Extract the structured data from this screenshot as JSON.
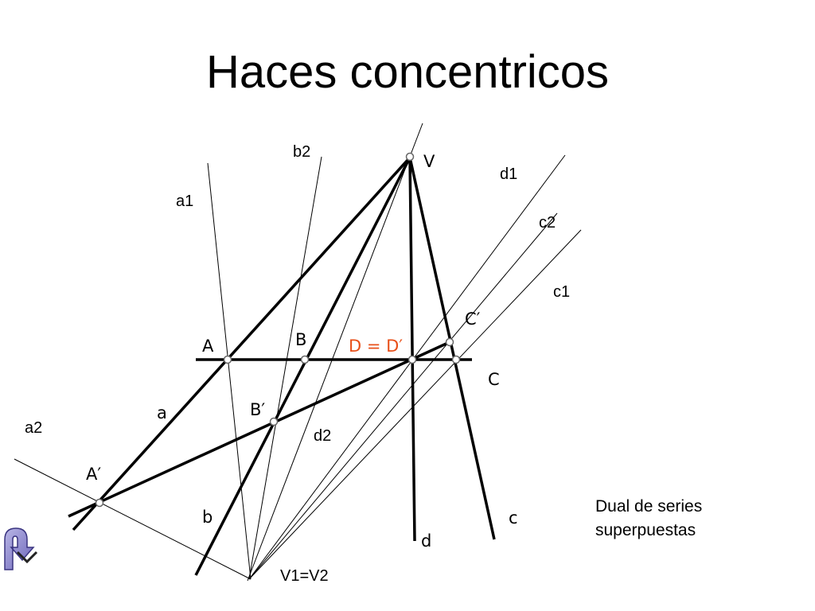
{
  "title": "Haces concentricos",
  "points": {
    "V": "V",
    "A": "A",
    "B": "B",
    "D": "D = D′",
    "C_prime": "C′",
    "C": "C",
    "a": "a",
    "B_prime": "B′",
    "A_prime": "A′",
    "b": "b",
    "d": "d",
    "c": "c",
    "V1V2": "V1=V2"
  },
  "thin_lines": {
    "a1": "a1",
    "b2": "b2",
    "d1": "d1",
    "c2": "c2",
    "c1": "c1",
    "a2": "a2",
    "d2": "d2"
  },
  "note": "Dual de series\nsuperpuestas",
  "colors": {
    "highlight": "#e8501a",
    "line": "#000000"
  },
  "icons": {
    "return": "return-arrow-icon"
  }
}
